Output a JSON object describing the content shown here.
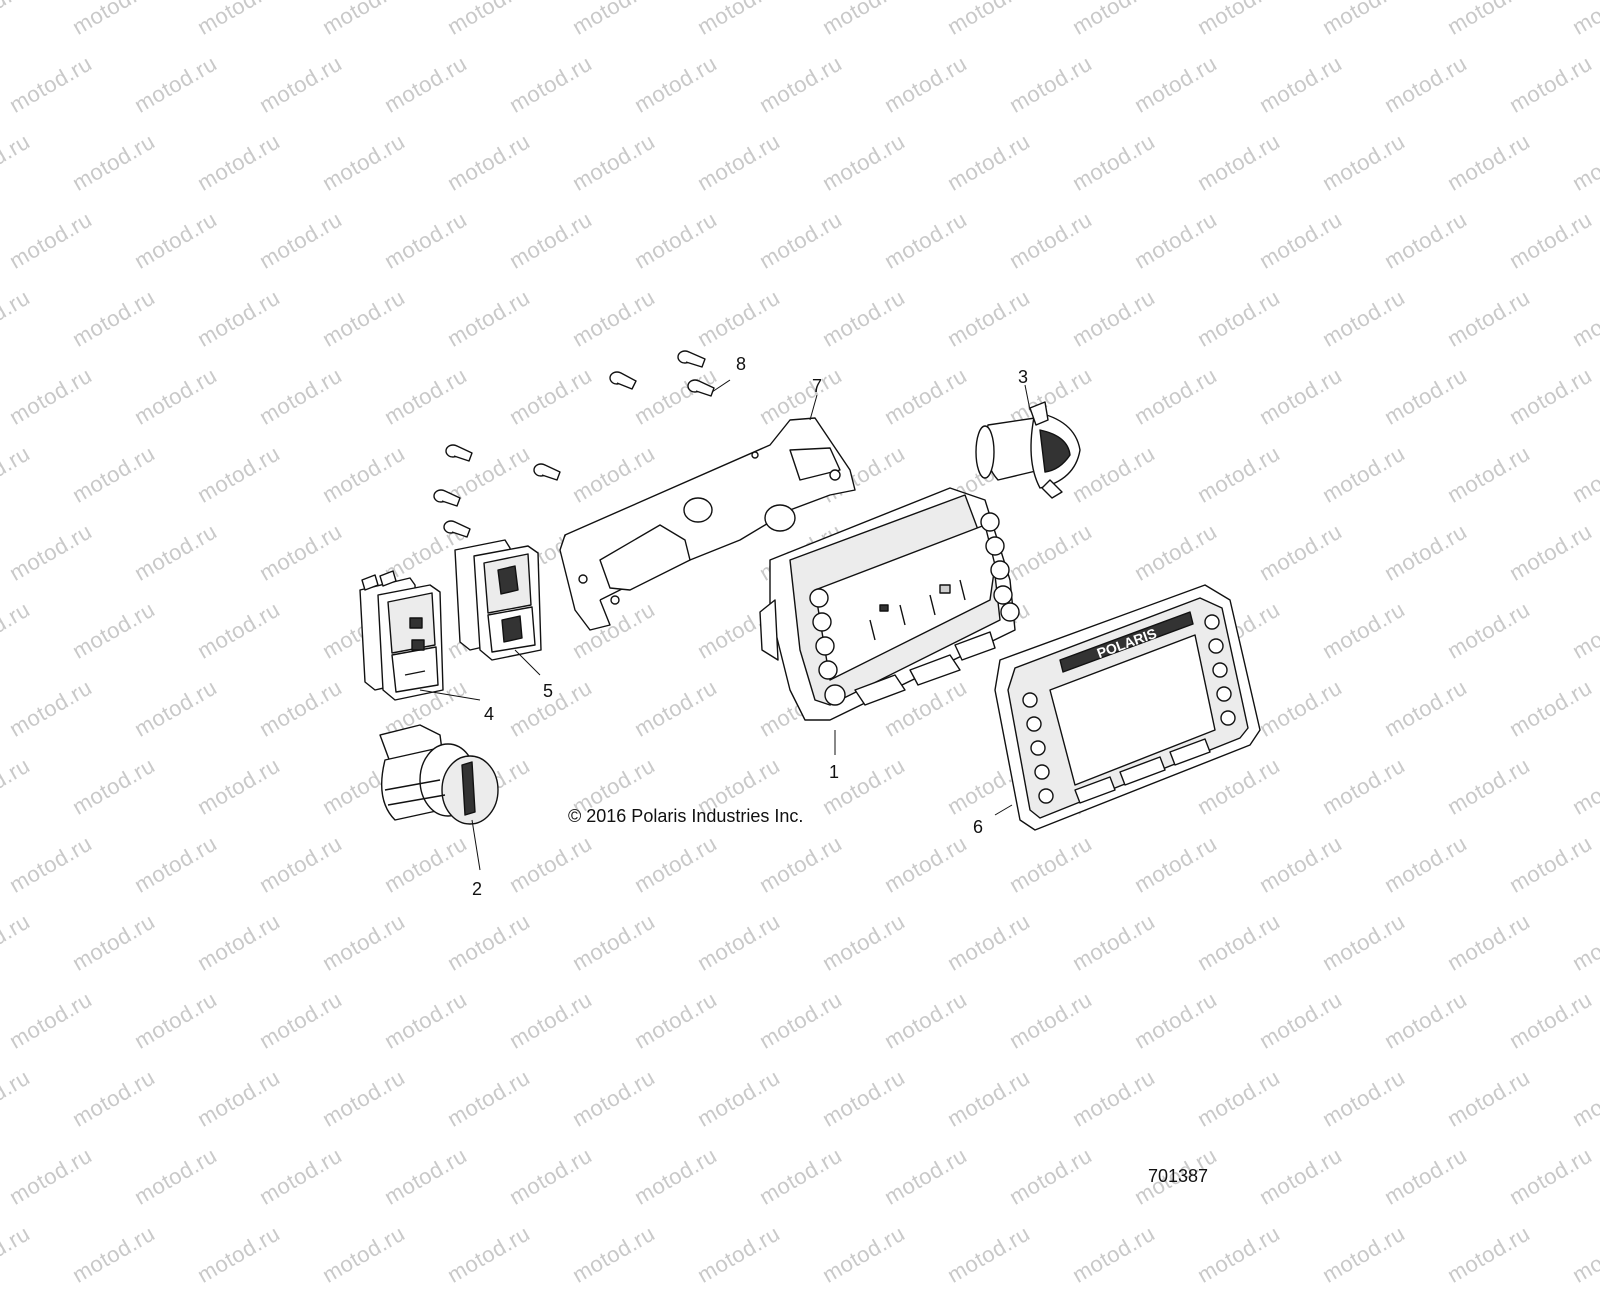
{
  "watermark_text": "motod.ru",
  "copyright": "© 2016 Polaris Industries Inc.",
  "reference_number": "701387",
  "brand_text": "POLARIS",
  "callouts": {
    "c1": "1",
    "c2": "2",
    "c3": "3",
    "c4": "4",
    "c5": "5",
    "c6": "6",
    "c7": "7",
    "c8": "8"
  },
  "colors": {
    "line": "#111111",
    "watermark": "#c9c9c9",
    "background": "#ffffff"
  }
}
